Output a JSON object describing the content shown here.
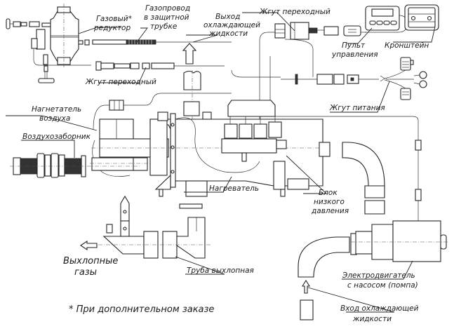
{
  "diagram": {
    "title": "Heater installation kit schematic",
    "labels": {
      "gas_reducer": [
        "Газовый*",
        "редуктор"
      ],
      "gas_pipe": [
        "Газопровод",
        "в защитной",
        "трубке"
      ],
      "coolant_out": [
        "Выход",
        "охлаждающей",
        "жидкости"
      ],
      "harness_adapter_top": "Жгут переходный",
      "control_panel": [
        "Пульт",
        "управления"
      ],
      "bracket": "Кронштейн",
      "harness_adapter_left": "Жгут переходный",
      "power_harness": "Жгут питания",
      "air_blower": [
        "Нагнетатель",
        "воздуха"
      ],
      "air_intake": "Воздухозаборник",
      "heater": "Нагреватель",
      "low_pressure_block": [
        "Блок",
        "низкого",
        "давления"
      ],
      "exhaust_gases": [
        "Выхлопные",
        "газы"
      ],
      "exhaust_pipe": "Труба выхлопная",
      "motor_pump": [
        "Электродвигатель",
        "с насосом (помпа)"
      ],
      "coolant_in": [
        "Вход охлаждающей",
        "жидкости"
      ],
      "footnote": "* При дополнительном заказе"
    }
  }
}
